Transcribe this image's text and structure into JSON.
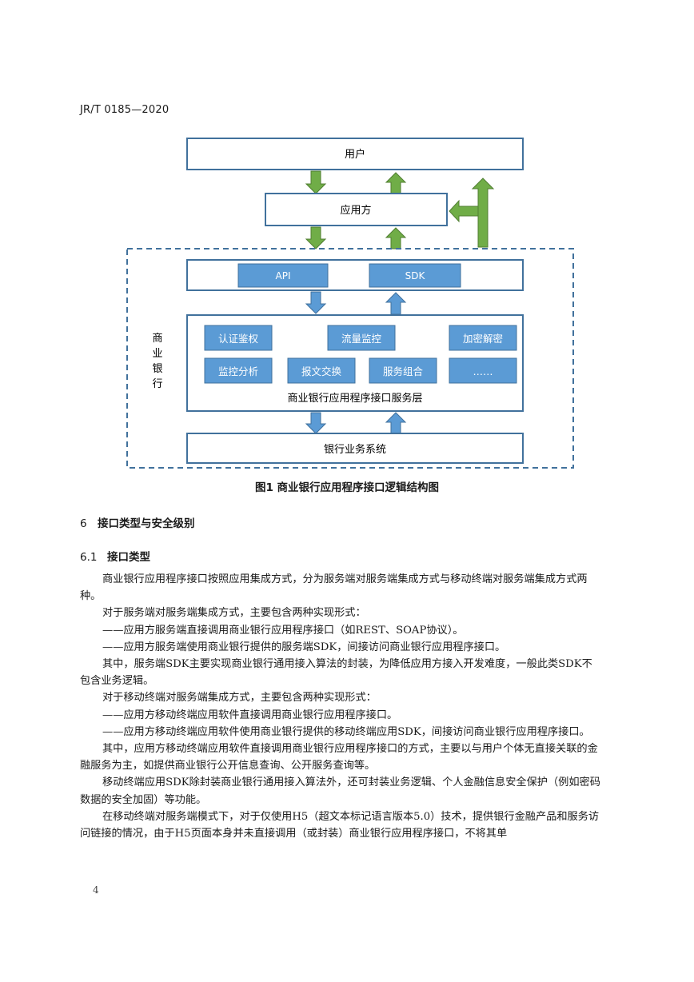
{
  "header": {
    "standard_no": "JR/T 0185—2020"
  },
  "figure": {
    "user_label": "用户",
    "app_label": "应用方",
    "api_label": "API",
    "sdk_label": "SDK",
    "bank_label_chars": [
      "商",
      "业",
      "银",
      "行"
    ],
    "modules": [
      "认证鉴权",
      "流量监控",
      "加密解密",
      "监控分析",
      "报文交换",
      "服务组合",
      "……"
    ],
    "service_layer_label": "商业银行应用程序接口服务层",
    "bank_system_label": "银行业务系统",
    "caption": "图1  商业银行应用程序接口逻辑结构图",
    "colors": {
      "box_border": "#41719c",
      "blue_fill": "#5b9bd5",
      "green_arrow": "#70ad47",
      "green_edge": "#507e32"
    }
  },
  "section6": {
    "number": "6",
    "title": "接口类型与安全级别"
  },
  "section61": {
    "number": "6.1",
    "title": "接口类型"
  },
  "paragraphs": [
    "商业银行应用程序接口按照应用集成方式，分为服务端对服务端集成方式与移动终端对服务端集成方式两种。",
    "对于服务端对服务端集成方式，主要包含两种实现形式：",
    "——应用方服务端直接调用商业银行应用程序接口（如REST、SOAP协议）。",
    "——应用方服务端使用商业银行提供的服务端SDK，间接访问商业银行应用程序接口。",
    "其中，服务端SDK主要实现商业银行通用接入算法的封装，为降低应用方接入开发难度，一般此类SDK不包含业务逻辑。",
    "对于移动终端对服务端集成方式，主要包含两种实现形式：",
    "——应用方移动终端应用软件直接调用商业银行应用程序接口。",
    "——应用方移动终端应用软件使用商业银行提供的移动终端应用SDK，间接访问商业银行应用程序接口。",
    "其中，应用方移动终端应用软件直接调用商业银行应用程序接口的方式，主要以与用户个体无直接关联的金融服务为主，如提供商业银行公开信息查询、公开服务查询等。",
    "移动终端应用SDK除封装商业银行通用接入算法外，还可封装业务逻辑、个人金融信息安全保护（例如密码数据的安全加固）等功能。",
    "在移动终端对服务端模式下，对于仅使用H5（超文本标记语言版本5.0）技术，提供银行金融产品和服务访问链接的情况，由于H5页面本身并未直接调用（或封装）商业银行应用程序接口，不将其单"
  ],
  "page_number": "4"
}
